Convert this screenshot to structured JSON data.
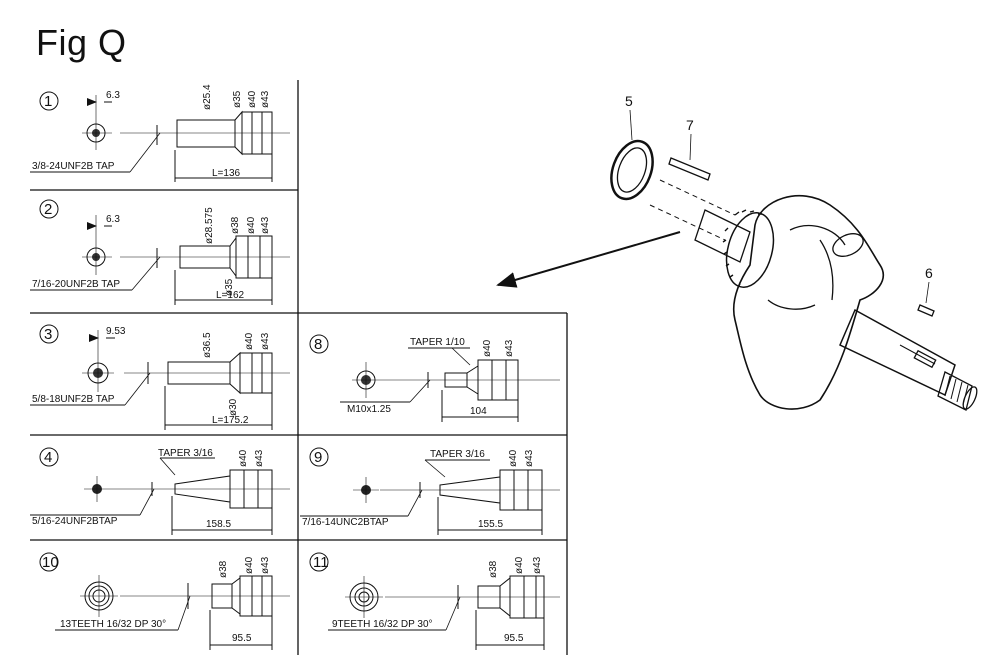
{
  "title": "Fig Q",
  "cells": [
    {
      "id": "1",
      "thread": "3/8-24UNF2B TAP",
      "offset": "6.3",
      "dims": [
        "ø25.4",
        "ø35",
        "ø40",
        "ø43"
      ],
      "length": "L=136"
    },
    {
      "id": "2",
      "thread": "7/16-20UNF2B TAP",
      "offset": "6.3",
      "dims": [
        "ø28.575",
        "ø38",
        "ø40",
        "ø43"
      ],
      "extra": "ø35",
      "length": "L=162"
    },
    {
      "id": "3",
      "thread": "5/8-18UNF2B TAP",
      "offset": "9.53",
      "dims": [
        "ø36.5",
        "ø40",
        "ø43"
      ],
      "extra": "ø30",
      "length": "L=175.2"
    },
    {
      "id": "4",
      "thread": "5/16-24UNF2BTAP",
      "taper": "TAPER 3/16",
      "dims": [
        "ø40",
        "ø43"
      ],
      "length": "158.5"
    },
    {
      "id": "8",
      "thread": "M10x1.25",
      "taper": "TAPER 1/10",
      "dims": [
        "ø40",
        "ø43"
      ],
      "length": "104"
    },
    {
      "id": "9",
      "thread": "7/16-14UNC2BTAP",
      "taper": "TAPER 3/16",
      "dims": [
        "ø40",
        "ø43"
      ],
      "length": "155.5"
    },
    {
      "id": "10",
      "thread": "13TEETH 16/32 DP 30°",
      "dims": [
        "ø38",
        "ø40",
        "ø43"
      ],
      "length": "95.5"
    },
    {
      "id": "11",
      "thread": "9TEETH 16/32 DP 30°",
      "dims": [
        "ø38",
        "ø40",
        "ø43"
      ],
      "length": "95.5"
    }
  ],
  "callouts": {
    "seal": "5",
    "key1": "7",
    "key2": "6"
  }
}
